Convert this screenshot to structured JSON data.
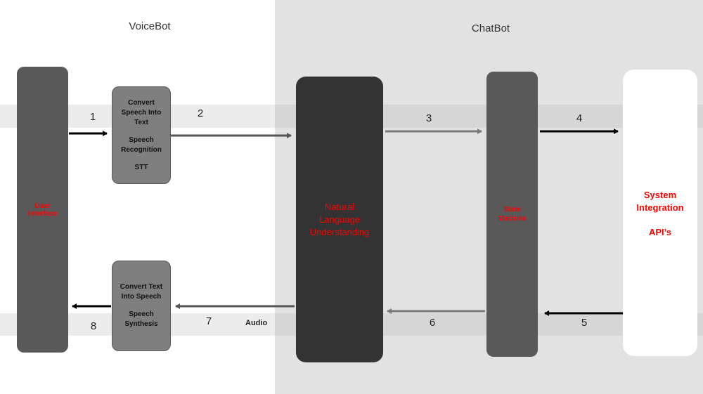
{
  "regions": {
    "voicebot_label": "VoiceBot",
    "chatbot_label": "ChatBot"
  },
  "components": {
    "user_interface": "User Interface",
    "stt": {
      "line1": "Convert Speech Into Text",
      "line2": "Speech Recognition",
      "line3": "STT"
    },
    "tts": {
      "line1": "Convert Text Into Speech",
      "line2": "Speech Synthesis"
    },
    "nlu": "Natural Language Understanding",
    "state_machine": "State Machine",
    "system_integration": {
      "line1": "System Integration",
      "line2": "API’s"
    }
  },
  "steps": [
    "1",
    "2",
    "3",
    "4",
    "5",
    "6",
    "7",
    "8"
  ],
  "audio_label": "Audio",
  "colors": {
    "red_text": "#ff0000",
    "dark_box": "#333333",
    "mid_box": "#595959",
    "chatbot_bg": "#e2e2e2"
  }
}
